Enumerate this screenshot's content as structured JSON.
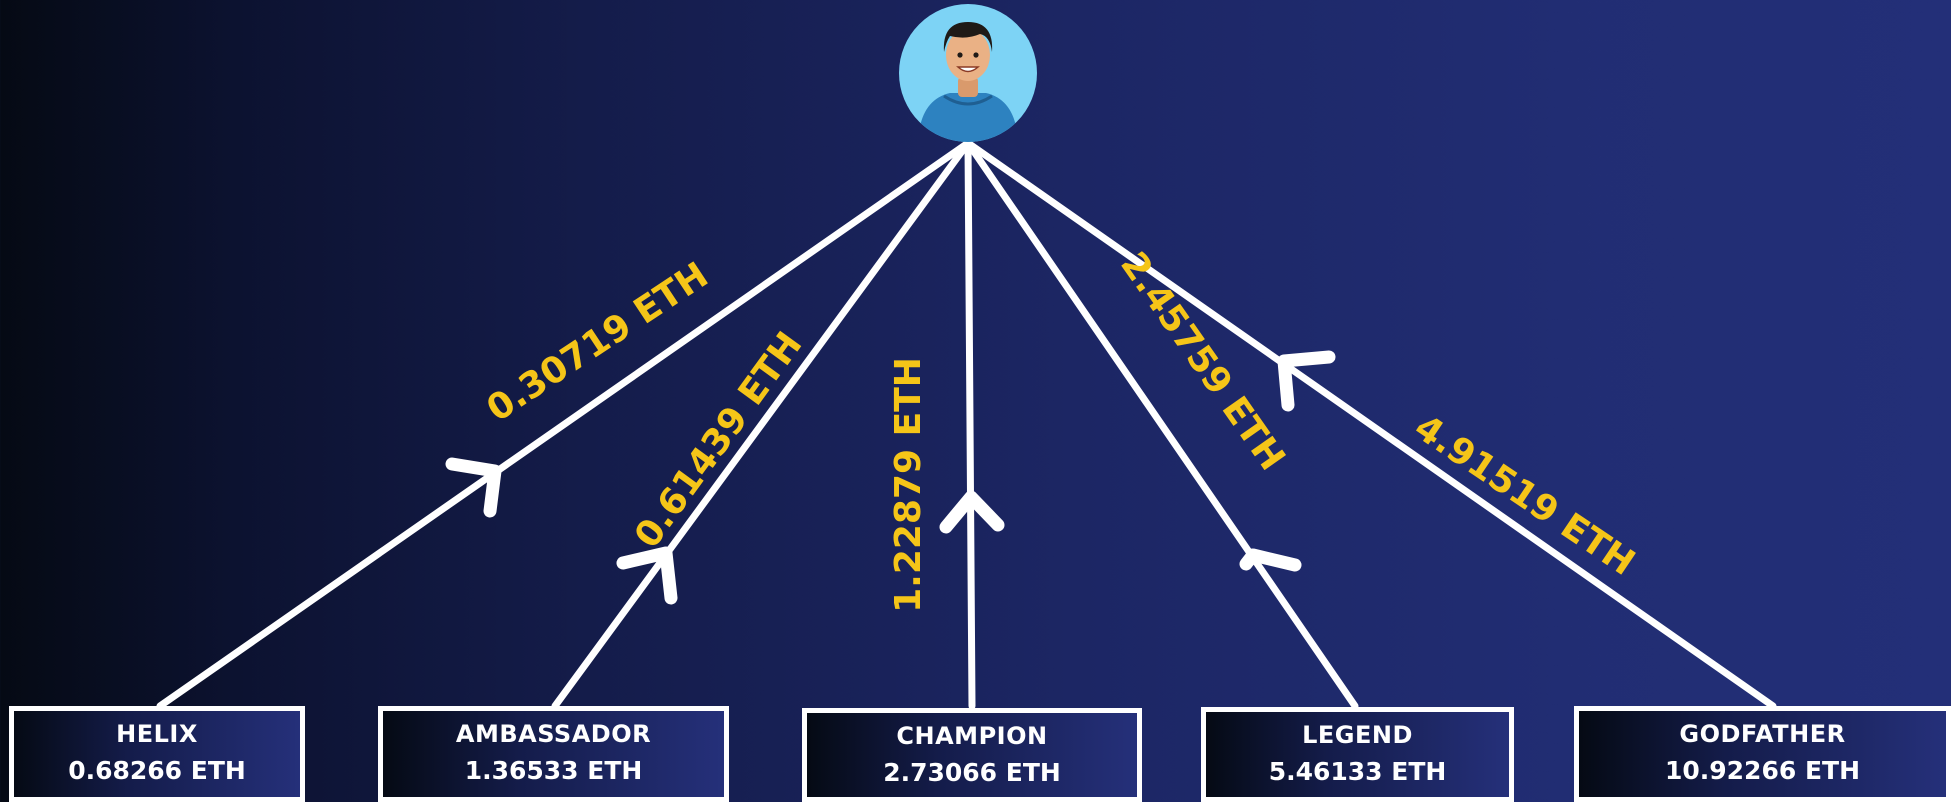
{
  "avatar": {
    "icon": "user-avatar-icon",
    "bg_color": "#7dd3f5"
  },
  "colors": {
    "line": "#ffffff",
    "label": "#f5c518"
  },
  "tiers": [
    {
      "name": "HELIX",
      "amount": "0.68266 ETH",
      "edge_label": "0.30719 ETH"
    },
    {
      "name": "AMBASSADOR",
      "amount": "1.36533 ETH",
      "edge_label": "0.61439 ETH"
    },
    {
      "name": "CHAMPION",
      "amount": "2.73066 ETH",
      "edge_label": "1.22879 ETH"
    },
    {
      "name": "LEGEND",
      "amount": "5.46133 ETH",
      "edge_label": "2.45759 ETH"
    },
    {
      "name": "GODFATHER",
      "amount": "10.92266 ETH",
      "edge_label": "4.91519 ETH"
    }
  ]
}
